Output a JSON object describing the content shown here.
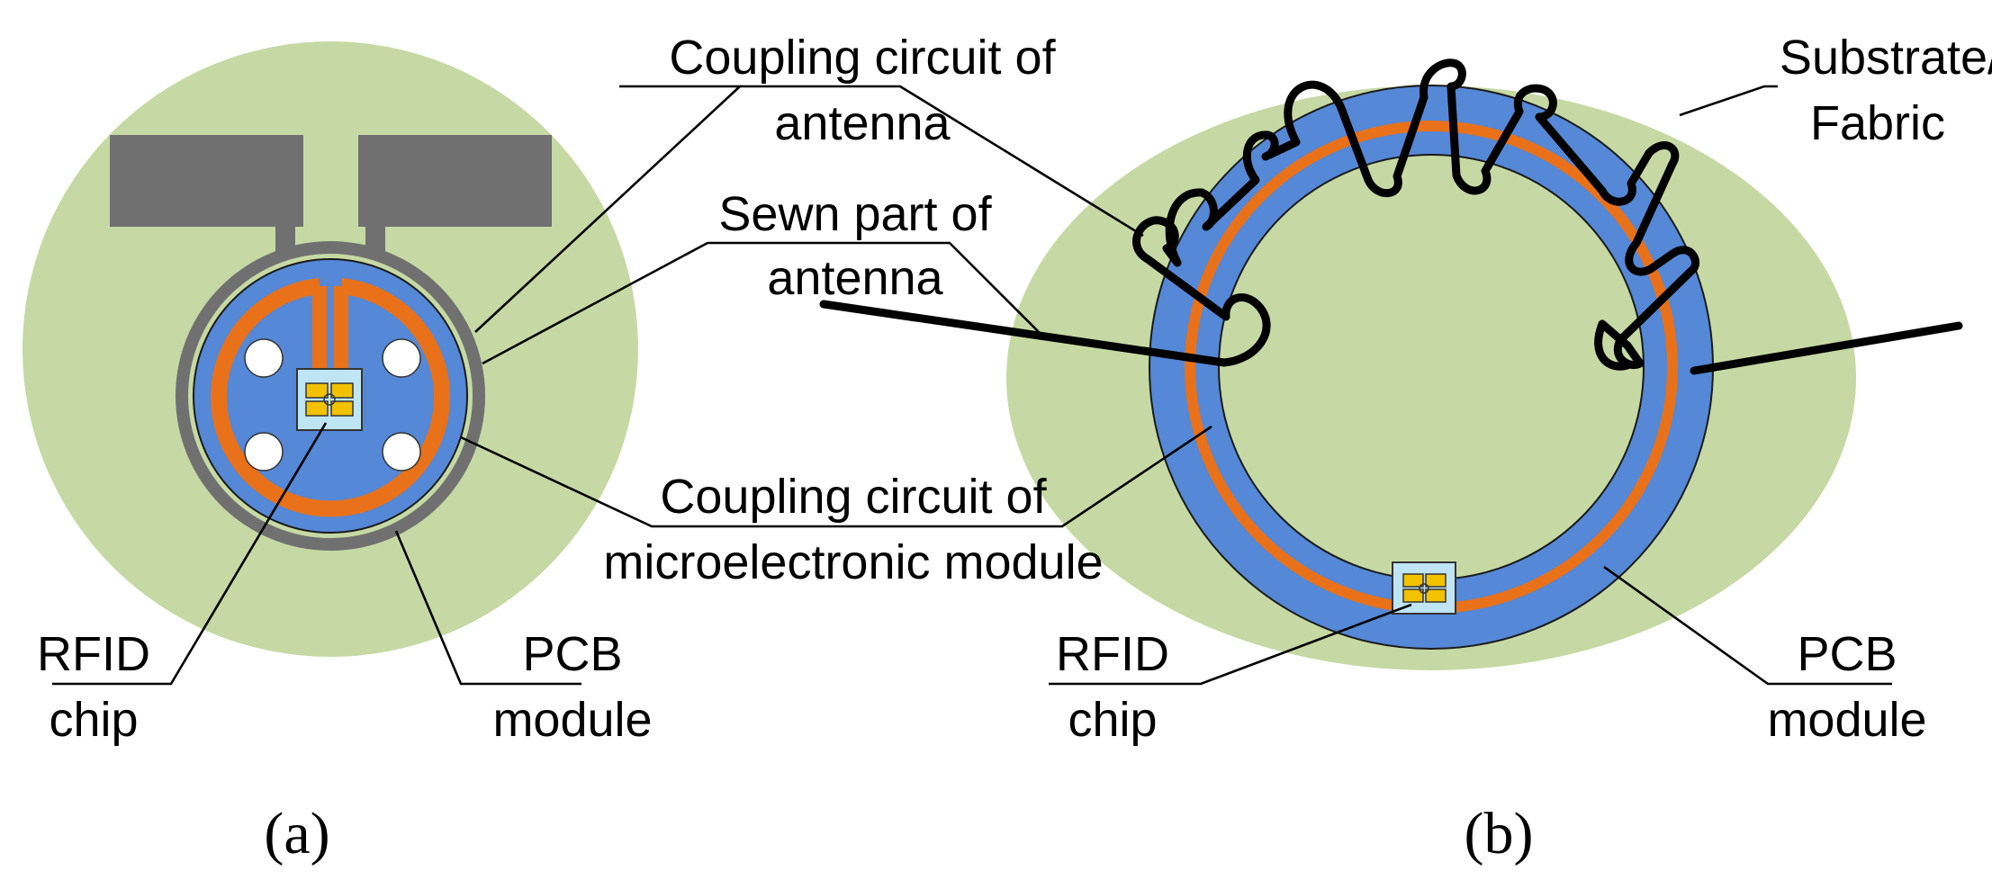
{
  "panel_a": {
    "caption": "(a)",
    "labels": {
      "coupling_antenna_1": "Coupling circuit of",
      "coupling_antenna_2": "antenna",
      "sewn_part_1": "Sewn part of",
      "sewn_part_2": "antenna",
      "coupling_module_1": "Coupling circuit of",
      "coupling_module_2": "microelectronic module",
      "rfid_1": "RFID",
      "rfid_2": "chip",
      "pcb_1": "PCB",
      "pcb_2": "module"
    }
  },
  "panel_b": {
    "caption": "(b)",
    "labels": {
      "substrate_1": "Substrate/",
      "substrate_2": "Fabric",
      "rfid_1": "RFID",
      "rfid_2": "chip",
      "pcb_1": "PCB",
      "pcb_2": "module"
    }
  },
  "colors": {
    "substrate": "#c6d9a4",
    "pcb": "#5588d6",
    "coupling_trace": "#e8711a",
    "antenna_metal": "#707070",
    "chip_body": "#bfe4f4",
    "chip_pads": "#f2c200",
    "sewn_wire": "#000000"
  }
}
